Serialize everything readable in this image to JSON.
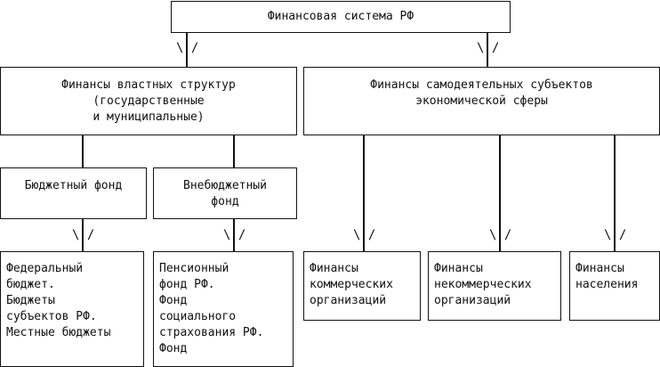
{
  "root": {
    "label": "Финансовая система РФ"
  },
  "gov": {
    "label": "Финансы властных структур\n(государственные\nи муниципальные)"
  },
  "self": {
    "label": "Финансы самодеятельных субъектов\nэкономической сферы"
  },
  "budget": {
    "label": "Бюджетный фонд"
  },
  "offbudget": {
    "label": "Внебюджетный\nфонд"
  },
  "budgets_list": {
    "label": "Федеральный\nбюджет.\nБюджеты\nсубъектов РФ.\nМестные бюджеты"
  },
  "funds_list": {
    "label": "Пенсионный\nфонд РФ.\nФонд\nсоциального\nстрахования РФ.\nФонд"
  },
  "commercial": {
    "label": "Финансы\nкоммерческих\nорганизаций"
  },
  "noncommercial": {
    "label": "Финансы\nнекоммерческих\nорганизаций"
  },
  "population": {
    "label": "Финансы\nнаселения"
  },
  "connector_marks": "\\ /"
}
